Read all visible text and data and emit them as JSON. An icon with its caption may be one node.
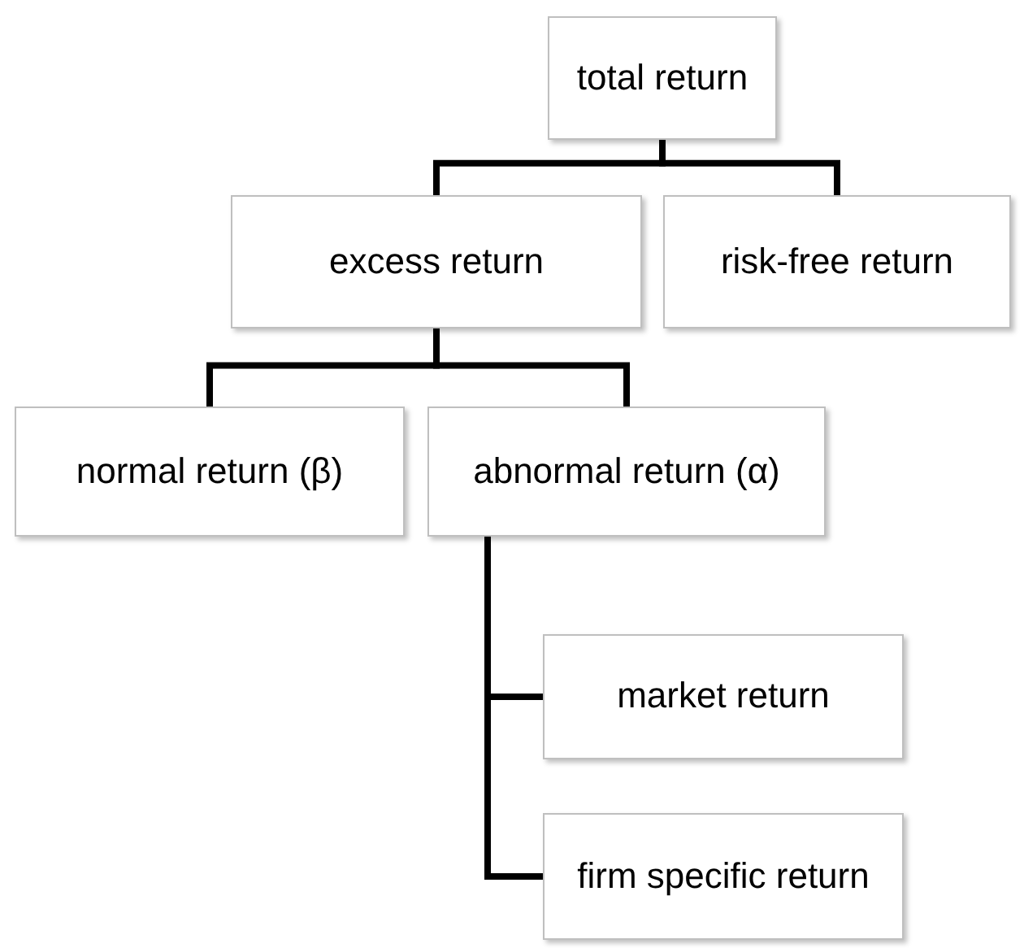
{
  "diagram": {
    "nodes": [
      {
        "text": [
          "total return"
        ]
      },
      {
        "text": [
          "excess return"
        ]
      },
      {
        "text": [
          "risk-free return"
        ]
      },
      {
        "text": [
          "normal return (β)"
        ]
      },
      {
        "text": [
          "abnormal return (α)"
        ]
      },
      {
        "text": [
          "market return"
        ]
      },
      {
        "text": [
          "firm specific return"
        ]
      }
    ],
    "edges": [
      {
        "from": 0,
        "to": 1,
        "arrow": "none"
      },
      {
        "from": 0,
        "to": 2,
        "arrow": "none"
      },
      {
        "from": 1,
        "to": 3,
        "arrow": "none"
      },
      {
        "from": 1,
        "to": 4,
        "arrow": "none"
      },
      {
        "from": 4,
        "to": 5,
        "arrow": "none"
      },
      {
        "from": 4,
        "to": 6,
        "arrow": "none"
      }
    ]
  }
}
